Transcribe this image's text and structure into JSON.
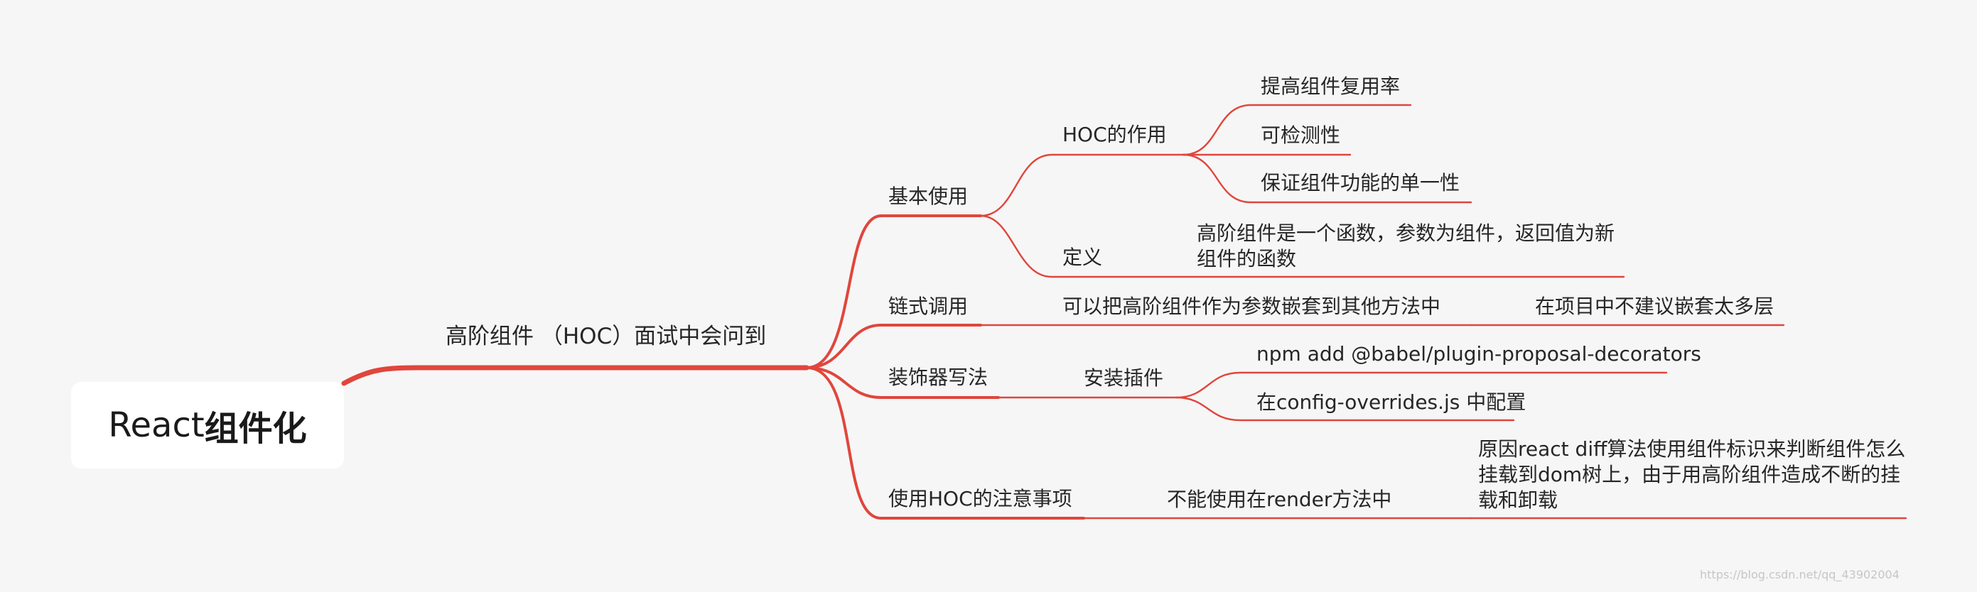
{
  "root": {
    "prefix": "React",
    "bold": "组件化"
  },
  "branch": "高阶组件 （HOC）面试中会问到",
  "basic": {
    "label": "基本使用",
    "hoc_use": {
      "label": "HOC的作用",
      "items": [
        "提高组件复用率",
        "可检测性",
        "保证组件功能的单一性"
      ]
    },
    "definition": {
      "label": "定义",
      "lines": [
        "高阶组件是一个函数，参数为组件，返回值为新",
        "组件的函数"
      ]
    }
  },
  "chain": {
    "label": "链式调用",
    "child": "可以把高阶组件作为参数嵌套到其他方法中",
    "leaf": "在项目中不建议嵌套太多层"
  },
  "decorator": {
    "label": "装饰器写法",
    "install": {
      "label": "安装插件",
      "items": [
        "npm add @babel/plugin-proposal-decorators",
        "在config-overrides.js 中配置"
      ]
    }
  },
  "notes": {
    "label": "使用HOC的注意事项",
    "child": "不能使用在render方法中",
    "leaf_lines": [
      "原因react diff算法使用组件标识来判断组件怎么",
      "挂载到dom树上，由于用高阶组件造成不断的挂",
      "载和卸载"
    ]
  },
  "watermark": "https://blog.csdn.net/qq_43902004",
  "colors": {
    "line": "#e0463c",
    "background": "#f6f6f6",
    "node": "#ffffff"
  }
}
